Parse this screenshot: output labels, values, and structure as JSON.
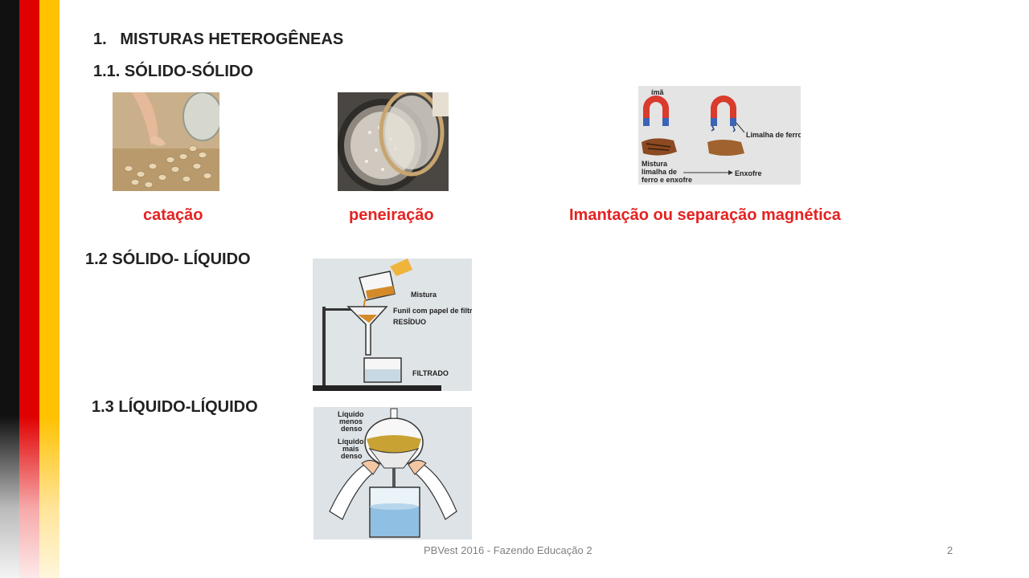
{
  "section": {
    "number": "1.",
    "title": "MISTURAS HETEROGÊNEAS"
  },
  "subsections": {
    "s1": "1.1. SÓLIDO-SÓLIDO",
    "s2": "1.2 SÓLIDO- LÍQUIDO",
    "s3": "1.3 LÍQUIDO-LÍQUIDO"
  },
  "captions": {
    "catacao": "catação",
    "peneiracao": "peneiração",
    "imantacao": "Imantação ou separação magnética"
  },
  "magnet_labels": {
    "ima": "ímã",
    "limalha": "Limalha de ferro",
    "mistura_1": "Mistura",
    "mistura_2": "limalha de",
    "mistura_3": "ferro e enxofre",
    "enxofre": "Enxofre"
  },
  "filtration_labels": {
    "mistura": "Mistura",
    "funil": "Funil com papel de filtro",
    "residuo": "RESÍDUO",
    "filtrado": "FILTRADO"
  },
  "decantation_labels": {
    "menos_1": "Líquido",
    "menos_2": "menos",
    "menos_3": "denso",
    "mais_1": "Líquido",
    "mais_2": "mais",
    "mais_3": "denso"
  },
  "footer": {
    "text": "PBVest 2016 - Fazendo Educação 2",
    "page": "2"
  },
  "colors": {
    "caption": "#e52222",
    "stripe_black": "#111111",
    "stripe_red": "#e00000",
    "stripe_gold": "#ffc100"
  }
}
